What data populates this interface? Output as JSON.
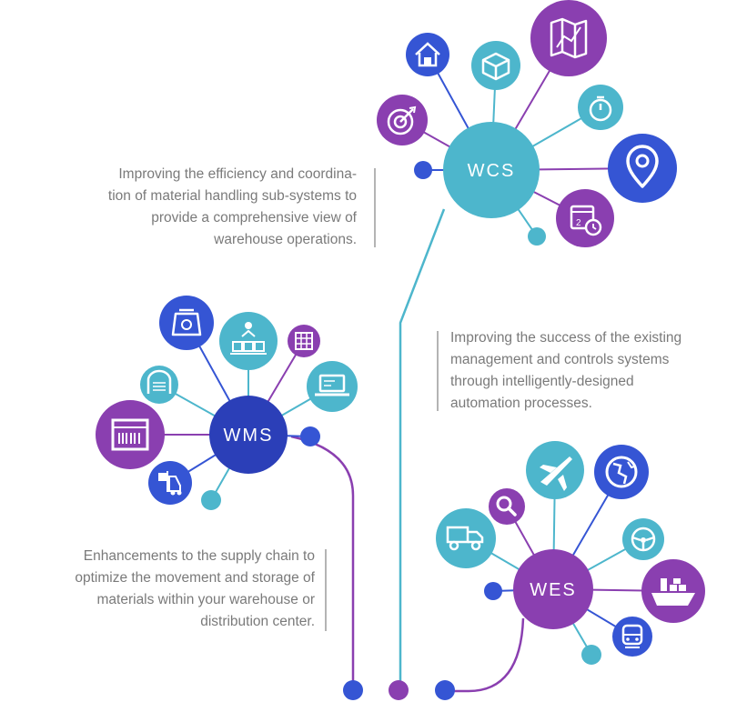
{
  "colors": {
    "teal": "#4db6cc",
    "purple": "#8a3fb0",
    "blue": "#3555d4",
    "navy": "#2b3fb8",
    "text": "#7a7a7a",
    "rule": "#9a9a9a"
  },
  "hubs": {
    "wcs": {
      "label": "WCS"
    },
    "wms": {
      "label": "WMS"
    },
    "wes": {
      "label": "WES"
    }
  },
  "descriptions": {
    "wcs": [
      "Improving the efficiency and coordina-",
      "tion of material handling sub-systems to",
      "provide a comprehensive view of",
      "warehouse operations."
    ],
    "wes": [
      "Improving the success of the existing",
      "management and controls systems",
      "through intelligently-designed",
      "automation processes."
    ],
    "wms": [
      "Enhancements to the supply chain to",
      "optimize the movement and storage of",
      "materials within your warehouse or",
      "distribution center."
    ]
  },
  "icons": {
    "wcs": [
      "home-icon",
      "package-icon",
      "map-icon",
      "stopwatch-icon",
      "location-pin-icon",
      "calendar-clock-icon",
      "target-icon"
    ],
    "wms": [
      "scale-icon",
      "workers-conveyor-icon",
      "pallet-grid-icon",
      "laptop-icon",
      "warehouse-door-icon",
      "barcode-box-icon",
      "forklift-icon"
    ],
    "wes": [
      "search-icon",
      "airplane-icon",
      "globe-icon",
      "steering-wheel-icon",
      "ship-icon",
      "train-icon",
      "truck-icon"
    ]
  }
}
